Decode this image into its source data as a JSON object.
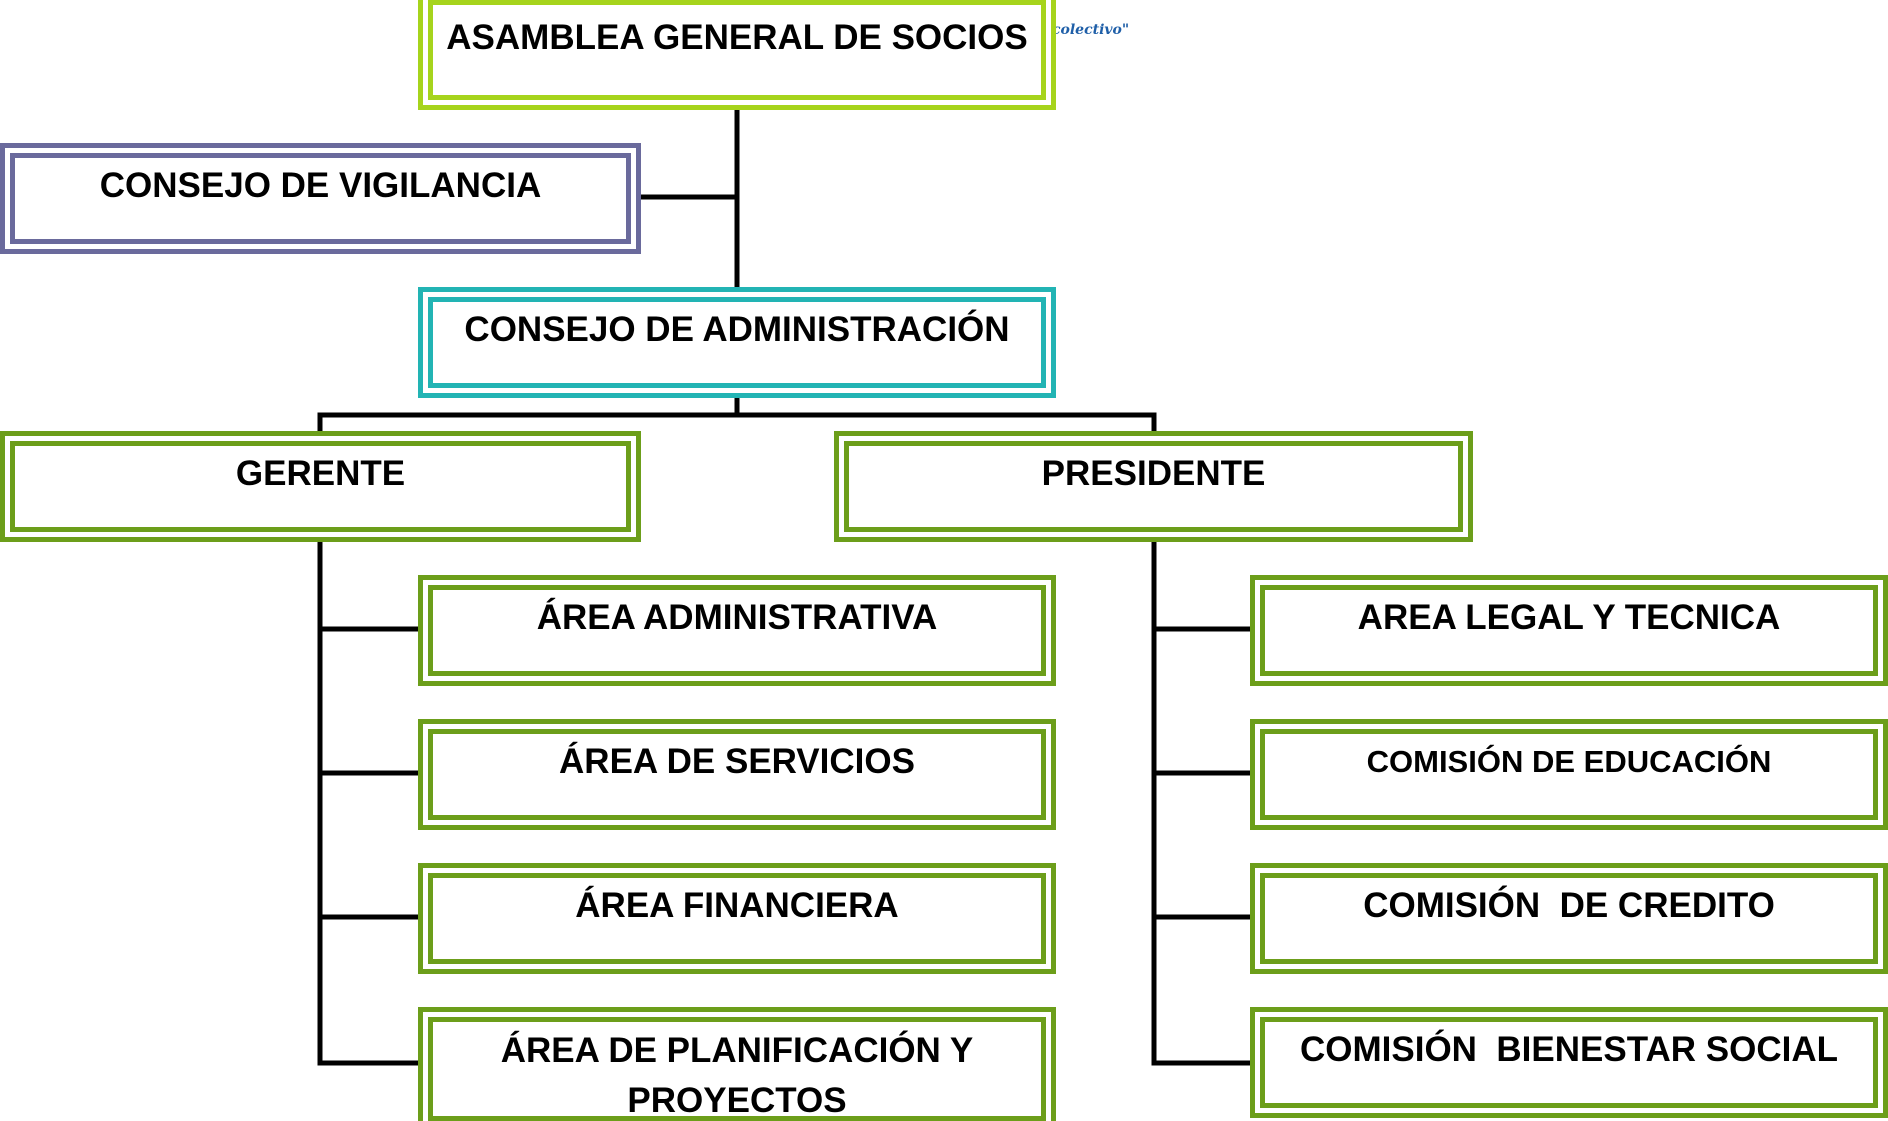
{
  "header": {
    "logo_fragment": "colectivo\""
  },
  "nodes": {
    "asamblea": "ASAMBLEA GENERAL DE SOCIOS",
    "vigilancia": "CONSEJO DE VIGILANCIA",
    "administracion": "CONSEJO DE ADMINISTRACIÓN",
    "gerente": "GERENTE",
    "presidente": "PRESIDENTE",
    "gerente_areas": [
      "ÁREA ADMINISTRATIVA",
      "ÁREA DE SERVICIOS",
      "ÁREA FINANCIERA",
      "ÁREA DE PLANIFICACIÓN Y PROYECTOS"
    ],
    "presidente_areas": [
      "AREA LEGAL Y TECNICA",
      "COMISIÓN DE EDUCACIÓN",
      "COMISIÓN  DE CREDITO",
      "COMISIÓN  BIENESTAR SOCIAL"
    ]
  },
  "colors": {
    "asamblea": "#a6d41c",
    "vigilancia": "#6a6a9c",
    "administracion": "#22b4b4",
    "units": "#6c9e1a",
    "connector": "#000000"
  }
}
